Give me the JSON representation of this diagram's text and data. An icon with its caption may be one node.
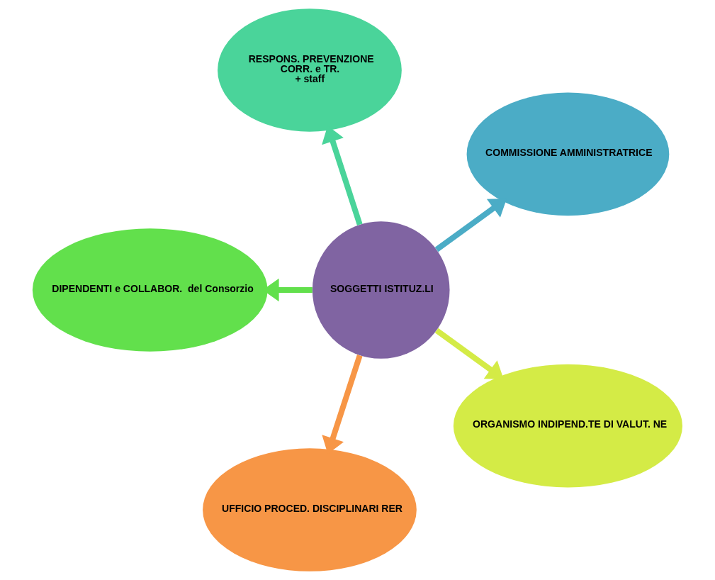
{
  "diagram": {
    "nodes": [
      {
        "text": [
          "SOGGETTI ISTITUZ.LI"
        ]
      },
      {
        "text": [
          "COMMISSIONE AMMINISTRATRICE"
        ]
      },
      {
        "text": [
          "RESPONS. PREVENZIONE",
          "CORR. e TR.",
          "+ staff"
        ]
      },
      {
        "text": [
          "DIPENDENTI e COLLABOR.  del Consorzio"
        ]
      },
      {
        "text": [
          "UFFICIO PROCED. DISCIPLINARI RER"
        ]
      },
      {
        "text": [
          "ORGANISMO INDIPEND.TE DI VALUT. NE"
        ]
      }
    ],
    "edges": [
      {
        "from": 0,
        "to": 1,
        "arrow": "to",
        "color": "#4bacc6"
      },
      {
        "from": 0,
        "to": 2,
        "arrow": "to",
        "color": "#4ad49a"
      },
      {
        "from": 0,
        "to": 3,
        "arrow": "to",
        "color": "#62e04c"
      },
      {
        "from": 0,
        "to": 4,
        "arrow": "to",
        "color": "#f79646"
      },
      {
        "from": 0,
        "to": 5,
        "arrow": "to",
        "color": "#d4eb46"
      }
    ]
  }
}
